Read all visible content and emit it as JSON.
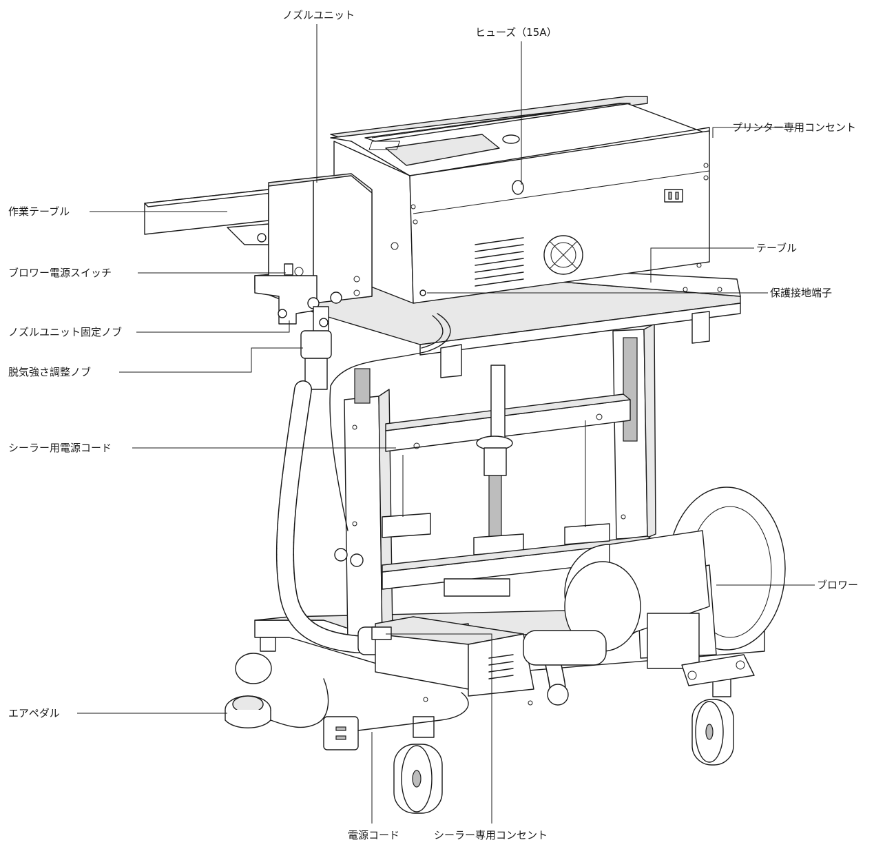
{
  "labels": {
    "nozzle_unit": "ノズルユニット",
    "fuse": "ヒューズ（15A）",
    "printer_outlet": "プリンター専用コンセント",
    "work_table": "作業テーブル",
    "blower_switch": "ブロワー電源スイッチ",
    "table": "テーブル",
    "ground_terminal": "保護接地端子",
    "nozzle_fix_knob": "ノズルユニット固定ノブ",
    "degas_knob": "脱気強さ調整ノブ",
    "sealer_power_cord": "シーラー用電源コード",
    "blower": "ブロワー",
    "air_pedal": "エアペダル",
    "power_cord": "電源コード",
    "sealer_outlet": "シーラー専用コンセント"
  },
  "colors": {
    "line": "#1a1a1a",
    "background": "#ffffff",
    "shade": "#e8e8e8"
  }
}
